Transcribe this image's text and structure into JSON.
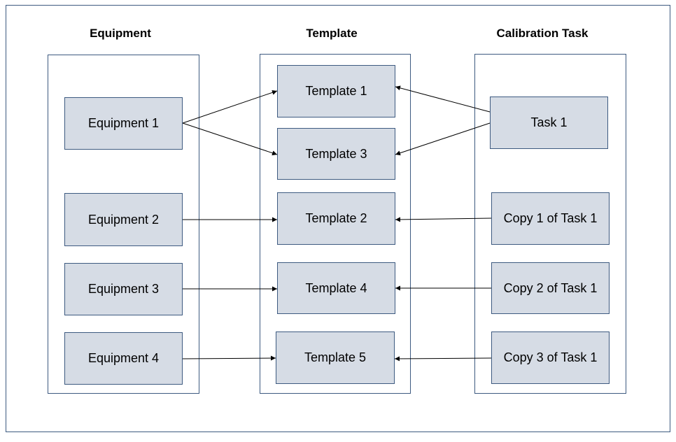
{
  "columns": {
    "equipment": {
      "title": "Equipment",
      "nodes": [
        "Equipment 1",
        "Equipment 2",
        "Equipment 3",
        "Equipment 4"
      ]
    },
    "template": {
      "title": "Template",
      "nodes": [
        "Template 1",
        "Template 3",
        "Template 2",
        "Template 4",
        "Template 5"
      ]
    },
    "calibration_task": {
      "title": "Calibration Task",
      "nodes": [
        "Task 1",
        "Copy 1 of Task 1",
        "Copy 2 of Task 1",
        "Copy 3 of Task 1"
      ]
    }
  },
  "edges": [
    {
      "from": "Equipment 1",
      "to": "Template 1"
    },
    {
      "from": "Equipment 1",
      "to": "Template 3"
    },
    {
      "from": "Equipment 2",
      "to": "Template 2"
    },
    {
      "from": "Equipment 3",
      "to": "Template 4"
    },
    {
      "from": "Equipment 4",
      "to": "Template 5"
    },
    {
      "from": "Task 1",
      "to": "Template 1"
    },
    {
      "from": "Task 1",
      "to": "Template 3"
    },
    {
      "from": "Copy 1 of Task 1",
      "to": "Template 2"
    },
    {
      "from": "Copy 2 of Task 1",
      "to": "Template 4"
    },
    {
      "from": "Copy 3 of Task 1",
      "to": "Template 5"
    }
  ],
  "colors": {
    "node_fill": "#d6dce5",
    "border": "#3d5a80",
    "arrow": "#000000"
  }
}
